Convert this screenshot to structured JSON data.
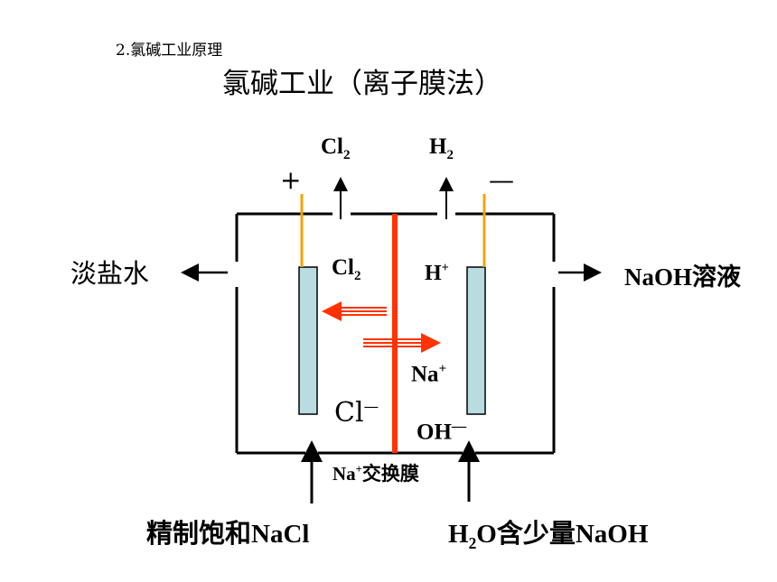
{
  "heading": "2.氯碱工业原理",
  "title": "氯碱工业（离子膜法）",
  "labels": {
    "cl2_top": {
      "base": "Cl",
      "sub": "2"
    },
    "h2_top": {
      "base": "H",
      "sub": "2"
    },
    "plus": "+",
    "minus": "—",
    "dilute_brine": "淡盐水",
    "naoh_solution": "NaOH溶液",
    "cl2_inner": {
      "base": "Cl",
      "sub": "2"
    },
    "h_plus": {
      "base": "H",
      "sup": "+"
    },
    "na_plus": {
      "base": "Na",
      "sup": "+"
    },
    "cl_minus": {
      "base": "Cl",
      "sup": "—"
    },
    "oh_minus": {
      "base": "OH",
      "sup": "—"
    },
    "membrane": {
      "pre": "Na",
      "sup": "+",
      "post": "交换膜"
    },
    "input_left": "精制饱和NaCl",
    "input_right": {
      "pre": "H",
      "sub": "2",
      "post": "O含少量NaOH"
    }
  },
  "colors": {
    "membrane": "#ff3300",
    "electrode_fill": "#b8dce0",
    "lead_wire": "#f5a300",
    "arrow_red": "#ff3300"
  }
}
